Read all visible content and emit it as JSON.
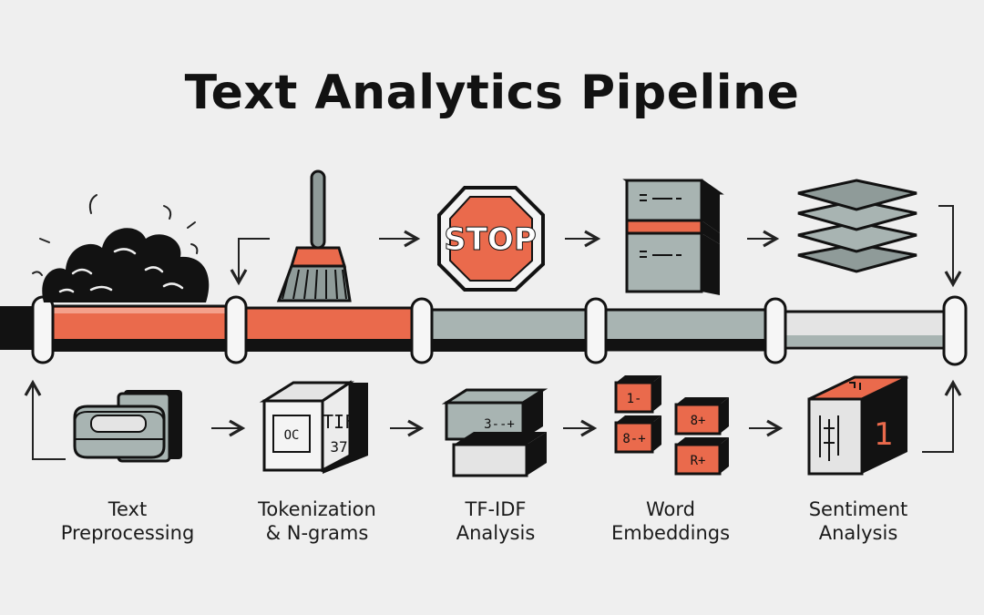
{
  "title": "Text Analytics Pipeline",
  "colors": {
    "background": "#efefef",
    "ink": "#121212",
    "accent": "#ea6a4c",
    "slate": "#a8b4b2",
    "light": "#e4e4e4"
  },
  "top_icons": [
    "debris-pile-icon",
    "broom-icon",
    "stop-sign-icon",
    "document-blocks-icon",
    "layers-stack-icon"
  ],
  "stop_sign_text": "STOP",
  "stages": [
    {
      "line1": "Text",
      "line2": "Preprocessing",
      "icon": "tray-device-icon"
    },
    {
      "line1": "Tokenization",
      "line2": "& N-grams",
      "icon": "token-cube-icon",
      "cube_text_1": "TIF",
      "cube_text_2": "37",
      "cube_face_text": "OC"
    },
    {
      "line1": "TF-IDF",
      "line2": "Analysis",
      "icon": "tfidf-blocks-icon",
      "block_text": "3--+"
    },
    {
      "line1": "Word",
      "line2": "Embeddings",
      "icon": "embedding-tiles-icon",
      "tile_texts": [
        "1-",
        "8+",
        "8-+",
        "R+"
      ]
    },
    {
      "line1": "Sentiment",
      "line2": "Analysis",
      "icon": "sentiment-cube-icon",
      "cube_number": "1"
    }
  ]
}
